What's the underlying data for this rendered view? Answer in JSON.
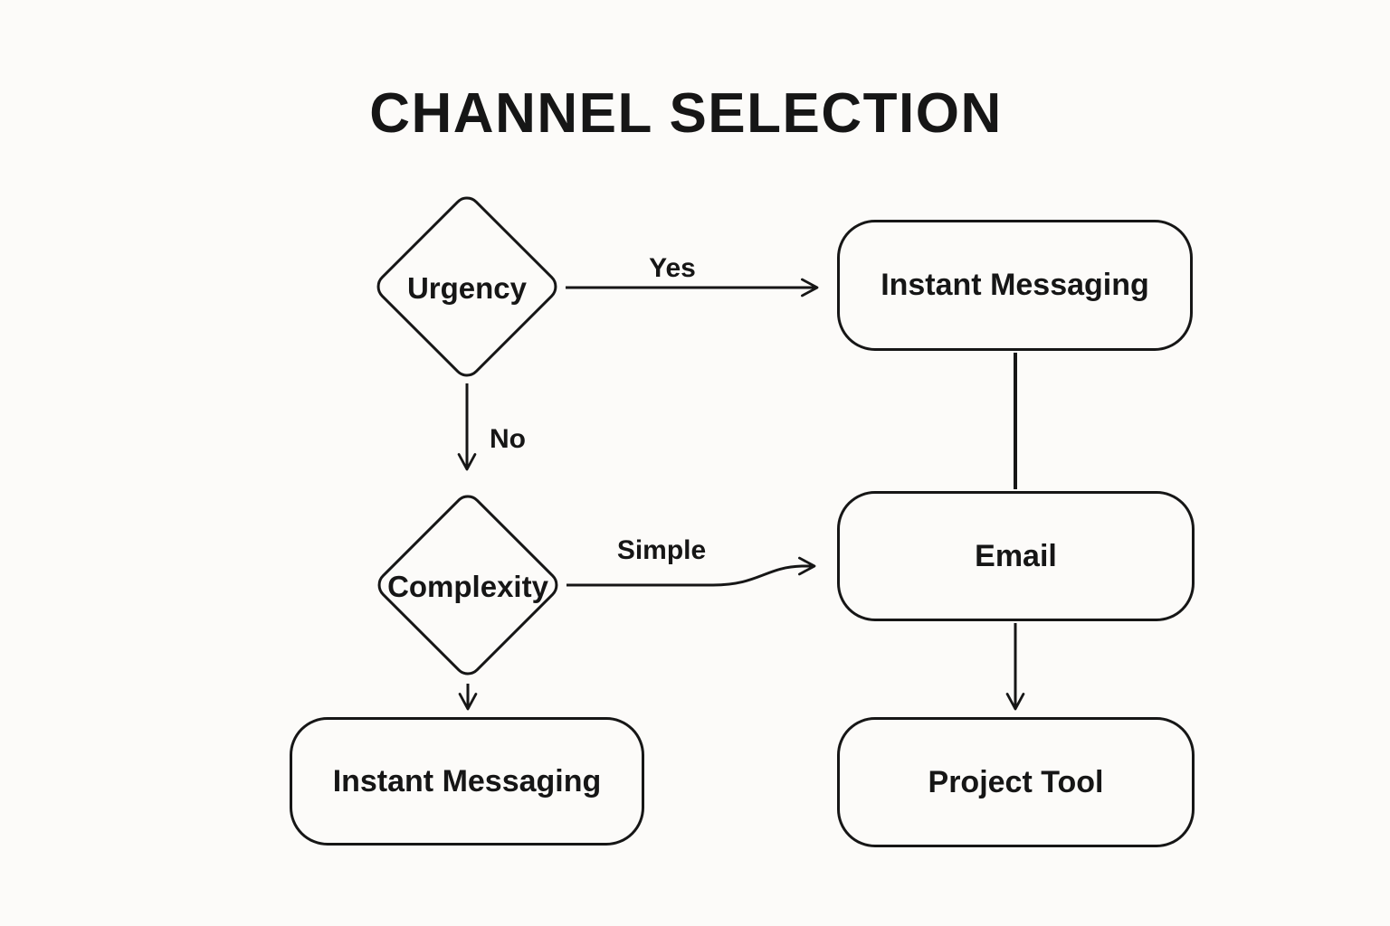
{
  "title": "CHANNEL SELECTION",
  "nodes": {
    "urgency": {
      "label": "Urgency",
      "type": "decision"
    },
    "complexity": {
      "label": "Complexity",
      "type": "decision"
    },
    "im_top": {
      "label": "Instant Messaging",
      "type": "process"
    },
    "email": {
      "label": "Email",
      "type": "process"
    },
    "im_bottom": {
      "label": "Instant Messaging",
      "type": "process"
    },
    "project_tool": {
      "label": "Project Tool",
      "type": "process"
    }
  },
  "edges": [
    {
      "from": "urgency",
      "to": "im_top",
      "label": "Yes",
      "arrowhead": true
    },
    {
      "from": "urgency",
      "to": "complexity",
      "label": "No",
      "arrowhead": true
    },
    {
      "from": "complexity",
      "to": "email",
      "label": "Simple",
      "arrowhead": true
    },
    {
      "from": "im_top",
      "to": "email",
      "label": "",
      "arrowhead": false
    },
    {
      "from": "complexity",
      "to": "im_bottom",
      "label": "",
      "arrowhead": true
    },
    {
      "from": "email",
      "to": "project_tool",
      "label": "",
      "arrowhead": true
    }
  ],
  "colors": {
    "background": "#fcfbf9",
    "stroke": "#161616",
    "text": "#161616"
  }
}
